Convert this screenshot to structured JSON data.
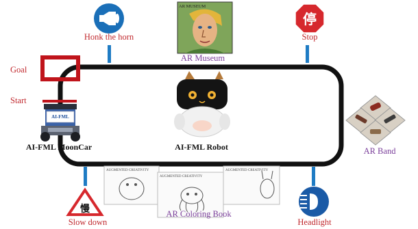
{
  "labels": {
    "honk": "Honk the horn",
    "museum": "AR Museum",
    "stop": "Stop",
    "goal": "Goal",
    "start": "Start",
    "moon_car": "AI-FML MoonCar",
    "robot": "AI-FML Robot",
    "ar_band": "AR Band",
    "slow_down": "Slow down",
    "coloring_book": "AR Coloring Book",
    "headlight": "Headlight"
  },
  "image_text": {
    "museum_header": "AR MUSEUM",
    "stop_glyph": "停",
    "slow_glyph": "慢",
    "car_panel": "AI-FML",
    "book_title_1": "AUGMENTED CREATIVITY",
    "book_title_2": "AUGMENTED CREATIVITY",
    "book_title_3": "AUGMENTED CREATIVITY"
  },
  "colors": {
    "track": "#111111",
    "marker": "#1f7cc4",
    "label_red": "#c0282d",
    "label_purple": "#7a3e9a",
    "goal_box": "#c0141b"
  }
}
